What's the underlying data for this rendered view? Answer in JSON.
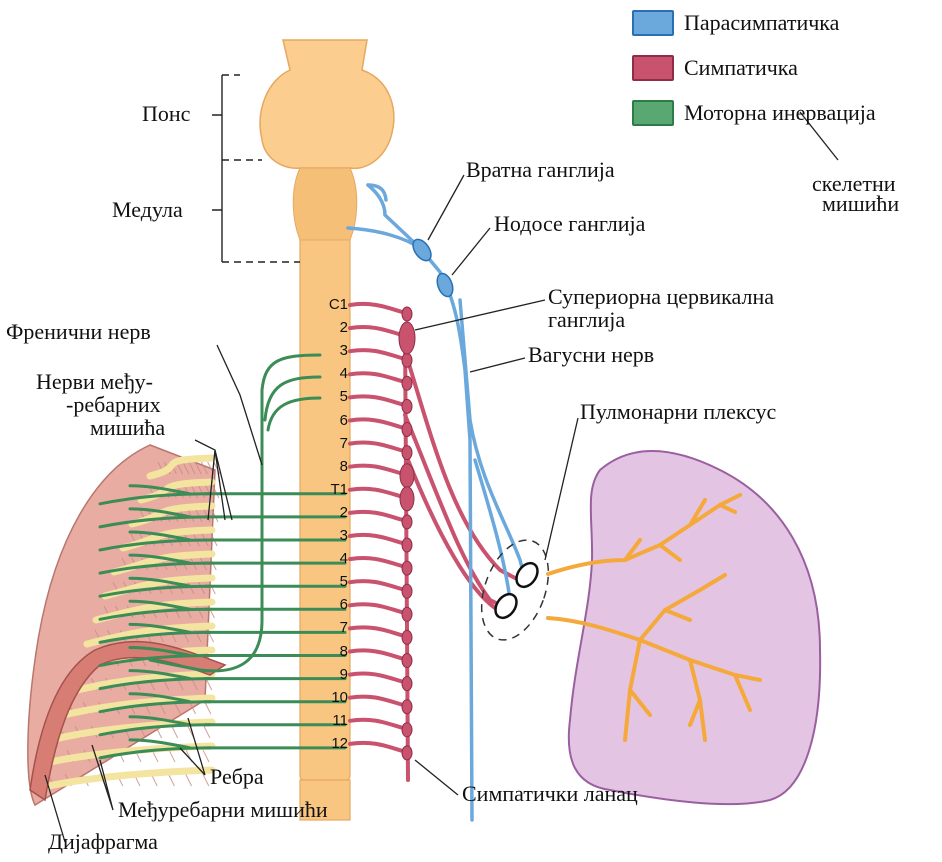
{
  "legend": [
    {
      "label": "Парасимпатичка",
      "color": "#6ba8dc",
      "border": "#2a6fb2"
    },
    {
      "label": "Симпатичка",
      "color": "#c9536e",
      "border": "#8e2e45"
    },
    {
      "label": "Моторна инервација",
      "color": "#5aa871",
      "border": "#2f7a49"
    }
  ],
  "labels": {
    "skeletal_1": "скелетни",
    "skeletal_2": "мишићи",
    "pons": "Понс",
    "medulla": "Медула",
    "cervical_ganglion": "Вратна ганглија",
    "nodose_ganglion": "Нодосе ганглија",
    "superior_cervical_1": "Супериорна цервикална",
    "superior_cervical_2": "ганглија",
    "vagus": "Вагусни нерв",
    "phrenic": "Френични нерв",
    "intercostal_nerves_1": "Нерви међу-",
    "intercostal_nerves_2": "-ребарних",
    "intercostal_nerves_3": "мишића",
    "pulmonary_plexus": "Пулмонарни плексус",
    "ribs": "Ребра",
    "intercostal_muscles": "Међуребарни мишићи",
    "diaphragm": "Дијафрагма",
    "sympathetic_chain": "Симпатички ланац"
  },
  "colors": {
    "spinal_cord": "#f9c682",
    "spinal_cord_dark": "#f0ad5b",
    "pons": "#fbcd8e",
    "lung_fill": "#e3c4e3",
    "lung_stroke": "#9b5fa0",
    "bronchi": "#f4a93a",
    "muscle": "#e3a49c",
    "rib": "#f6e7a8"
  },
  "segments": {
    "cervical": [
      "C1",
      "2",
      "3",
      "4",
      "5",
      "6",
      "7",
      "8"
    ],
    "thoracic": [
      "T1",
      "2",
      "3",
      "4",
      "5",
      "6",
      "7",
      "8",
      "9",
      "10",
      "11",
      "12"
    ]
  }
}
